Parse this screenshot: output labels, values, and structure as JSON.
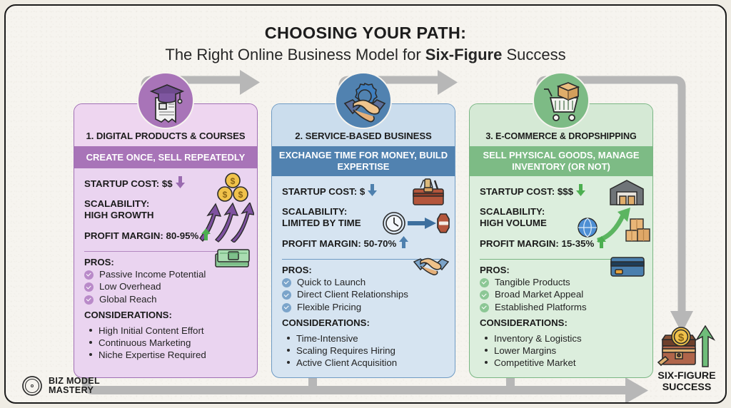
{
  "header": {
    "title": "CHOOSING YOUR PATH:",
    "subtitle_pre": "The Right Online Business Model for ",
    "subtitle_bold": "Six-Figure",
    "subtitle_post": " Success"
  },
  "labels": {
    "pros": "PROS:",
    "considerations": "CONSIDERATIONS:"
  },
  "palette": {
    "background": "#f6f4ef",
    "border": "#1b1b1b",
    "purple_band": "#a874b8",
    "purple_card": "#ead4f0",
    "purple_head": "#eed6f0",
    "blue_band": "#5182b0",
    "blue_card": "#d6e4f1",
    "blue_head": "#cbdded",
    "green_band": "#7dbb85",
    "green_card": "#dceedd",
    "green_head": "#d5e9d5",
    "connector_gray": "#b7b7b7",
    "up_arrow_green": "#4caf50",
    "down_arrow_purple": "#9a6bb0",
    "down_arrow_blue": "#4e80ae"
  },
  "columns": [
    {
      "number_title": "1. DIGITAL PRODUCTS & COURSES",
      "tagline": "CREATE ONCE, SELL REPEATEDLY",
      "badge_icon": "graduation-document-icon",
      "metrics": [
        {
          "label": "STARTUP COST: $$",
          "trend": "down",
          "art": "gold-coins-icon"
        },
        {
          "label_line1": "SCALABILITY:",
          "label_line2": "HIGH GROWTH",
          "trend": "none",
          "art": "rising-arrows-icon"
        },
        {
          "label": "PROFIT MARGIN: 80-95%",
          "trend": "up",
          "art": "cash-stack-icon"
        }
      ],
      "pros": [
        "Passive Income Potential",
        "Low Overhead",
        "Global Reach"
      ],
      "considerations": [
        "High Initial Content Effort",
        "Continuous Marketing",
        "Niche Expertise Required"
      ]
    },
    {
      "number_title": "2. SERVICE-BASED BUSINESS",
      "tagline": "EXCHANGE TIME FOR MONEY, BUILD EXPERTISE",
      "badge_icon": "handshake-gear-icon",
      "metrics": [
        {
          "label": "STARTUP COST: $",
          "trend": "down",
          "art": "toolbox-icon"
        },
        {
          "label_line1": "SCALABILITY:",
          "label_line2": "LIMITED BY TIME",
          "trend": "none",
          "art": "clock-to-stop-icon"
        },
        {
          "label": "PROFIT MARGIN: 50-70%",
          "trend": "up",
          "art": "handshake-icon"
        }
      ],
      "pros": [
        "Quick to Launch",
        "Direct Client Relationships",
        "Flexible Pricing"
      ],
      "considerations": [
        "Time-Intensive",
        "Scaling Requires Hiring",
        "Active Client Acquisition"
      ]
    },
    {
      "number_title": "3. E-COMMERCE & DROPSHIPPING",
      "tagline": "SELL PHYSICAL GOODS, MANAGE INVENTORY (OR NOT)",
      "badge_icon": "shopping-cart-box-icon",
      "metrics": [
        {
          "label": "STARTUP COST: $$$",
          "trend": "down",
          "art": "warehouse-icon"
        },
        {
          "label_line1": "SCALABILITY:",
          "label_line2": "HIGH VOLUME",
          "trend": "none",
          "art": "globe-boxes-growth-icon"
        },
        {
          "label": "PROFIT MARGIN: 15-35%",
          "trend": "up",
          "art": "credit-card-icon"
        }
      ],
      "pros": [
        "Tangible Products",
        "Broad Market Appeal",
        "Established Platforms"
      ],
      "considerations": [
        "Inventory & Logistics",
        "Lower Margins",
        "Competitive Market"
      ]
    }
  ],
  "goal": {
    "line1": "SIX-FIGURE",
    "line2": "SUCCESS",
    "icon": "treasure-chest-coin-icon"
  },
  "logo": {
    "icon": "compass-icon",
    "line1": "BIZ MODEL",
    "line2": "MASTERY"
  }
}
